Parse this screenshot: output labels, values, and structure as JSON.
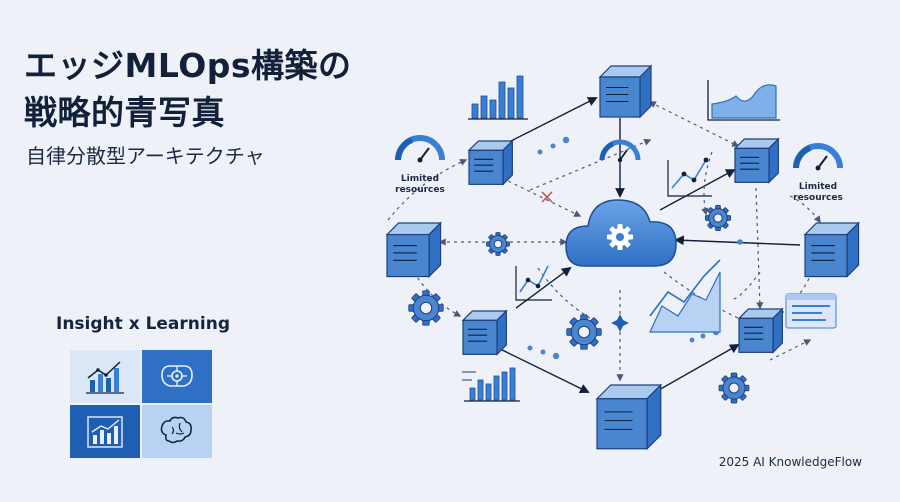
{
  "title": {
    "line1": "エッジMLOps構築の",
    "line2": "戦略的青写真"
  },
  "subtitle": "自律分散型アーキテクチャ",
  "section_label": "Insight x Learning",
  "gauges": [
    {
      "label_line1": "Limited",
      "label_line2": "resources"
    },
    {
      "label_line1": "Limited",
      "label_line2": "resources"
    }
  ],
  "credit": "2025 AI KnowledgeFlow",
  "colors": {
    "background": "#eef2f8",
    "accent_dark": "#1e5fb4",
    "accent": "#3b7fd4",
    "accent_light": "#a9c9ef",
    "ink": "#12203a",
    "warning_x": "#c0504d"
  },
  "icons": {
    "central": "cloud-gear-icon",
    "nodes": "server-cube-icon",
    "tiles": [
      "bar-chart-icon",
      "ai-brain-chip-icon",
      "trend-chart-icon",
      "brain-icon"
    ]
  }
}
